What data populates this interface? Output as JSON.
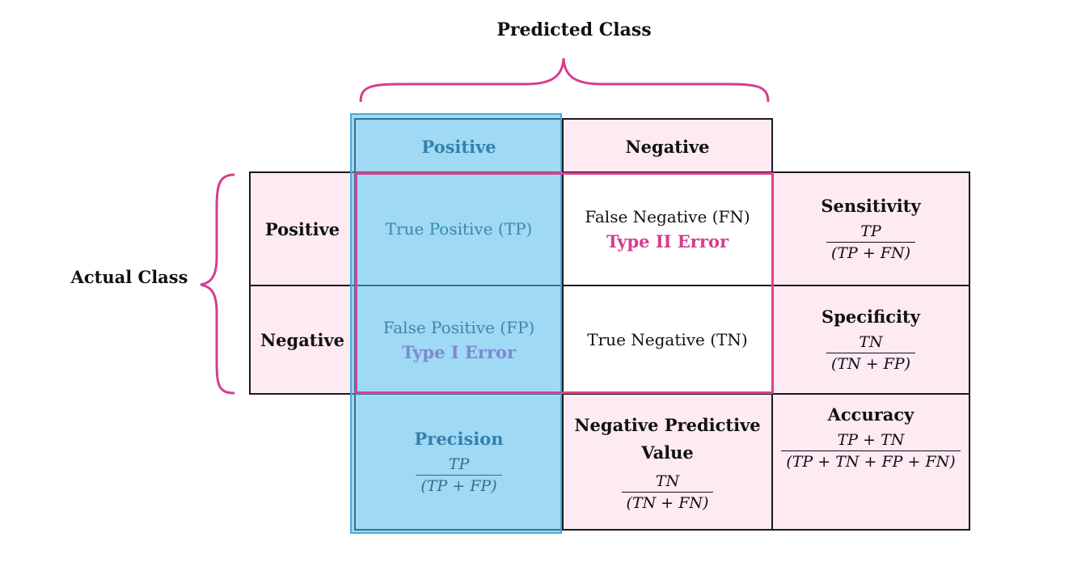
{
  "predicted_class_label": "Predicted Class",
  "actual_class_label": "Actual Class",
  "predicted_headers": {
    "positive": "Positive",
    "negative": "Negative"
  },
  "actual_headers": {
    "positive": "Positive",
    "negative": "Negative"
  },
  "matrix": {
    "tp": {
      "label": "True Positive (TP)"
    },
    "fn": {
      "label": "False Negative (FN)",
      "error": "Type II Error"
    },
    "fp": {
      "label": "False Positive (FP)",
      "error": "Type I Error"
    },
    "tn": {
      "label": "True Negative (TN)"
    }
  },
  "metrics": {
    "sensitivity": {
      "name": "Sensitivity",
      "numerator": "TP",
      "denominator": "(TP + FN)"
    },
    "specificity": {
      "name": "Specificity",
      "numerator": "TN",
      "denominator": "(TN + FP)"
    },
    "precision": {
      "name": "Precision",
      "numerator": "TP",
      "denominator": "(TP + FP)"
    },
    "npv": {
      "name": "Negative Predictive Value",
      "numerator": "TN",
      "denominator": "(TN + FN)"
    },
    "accuracy": {
      "name": "Accuracy",
      "numerator": "TP + TN",
      "denominator": "(TP + TN + FP + FN)"
    }
  },
  "colors": {
    "bracket": "#d63d8e",
    "highlight_border": "#de3f8f",
    "error_text": "#d63d8e",
    "positive_column_fill": "#9ed7f2",
    "positive_column_border": "#4aa8d8",
    "pink_fill": "#fdeaf3"
  }
}
